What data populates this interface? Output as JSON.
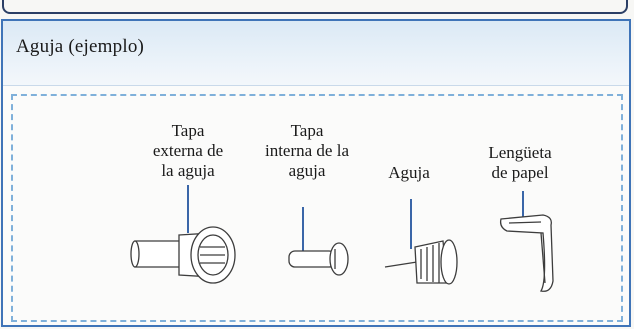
{
  "panel": {
    "title": "Aguja (ejemplo)"
  },
  "parts": [
    {
      "label": "Tapa\nexterna de\nla aguja"
    },
    {
      "label": "Tapa\ninterna de la\naguja"
    },
    {
      "label": "Aguja"
    },
    {
      "label": "Lengüeta\nde papel"
    }
  ]
}
